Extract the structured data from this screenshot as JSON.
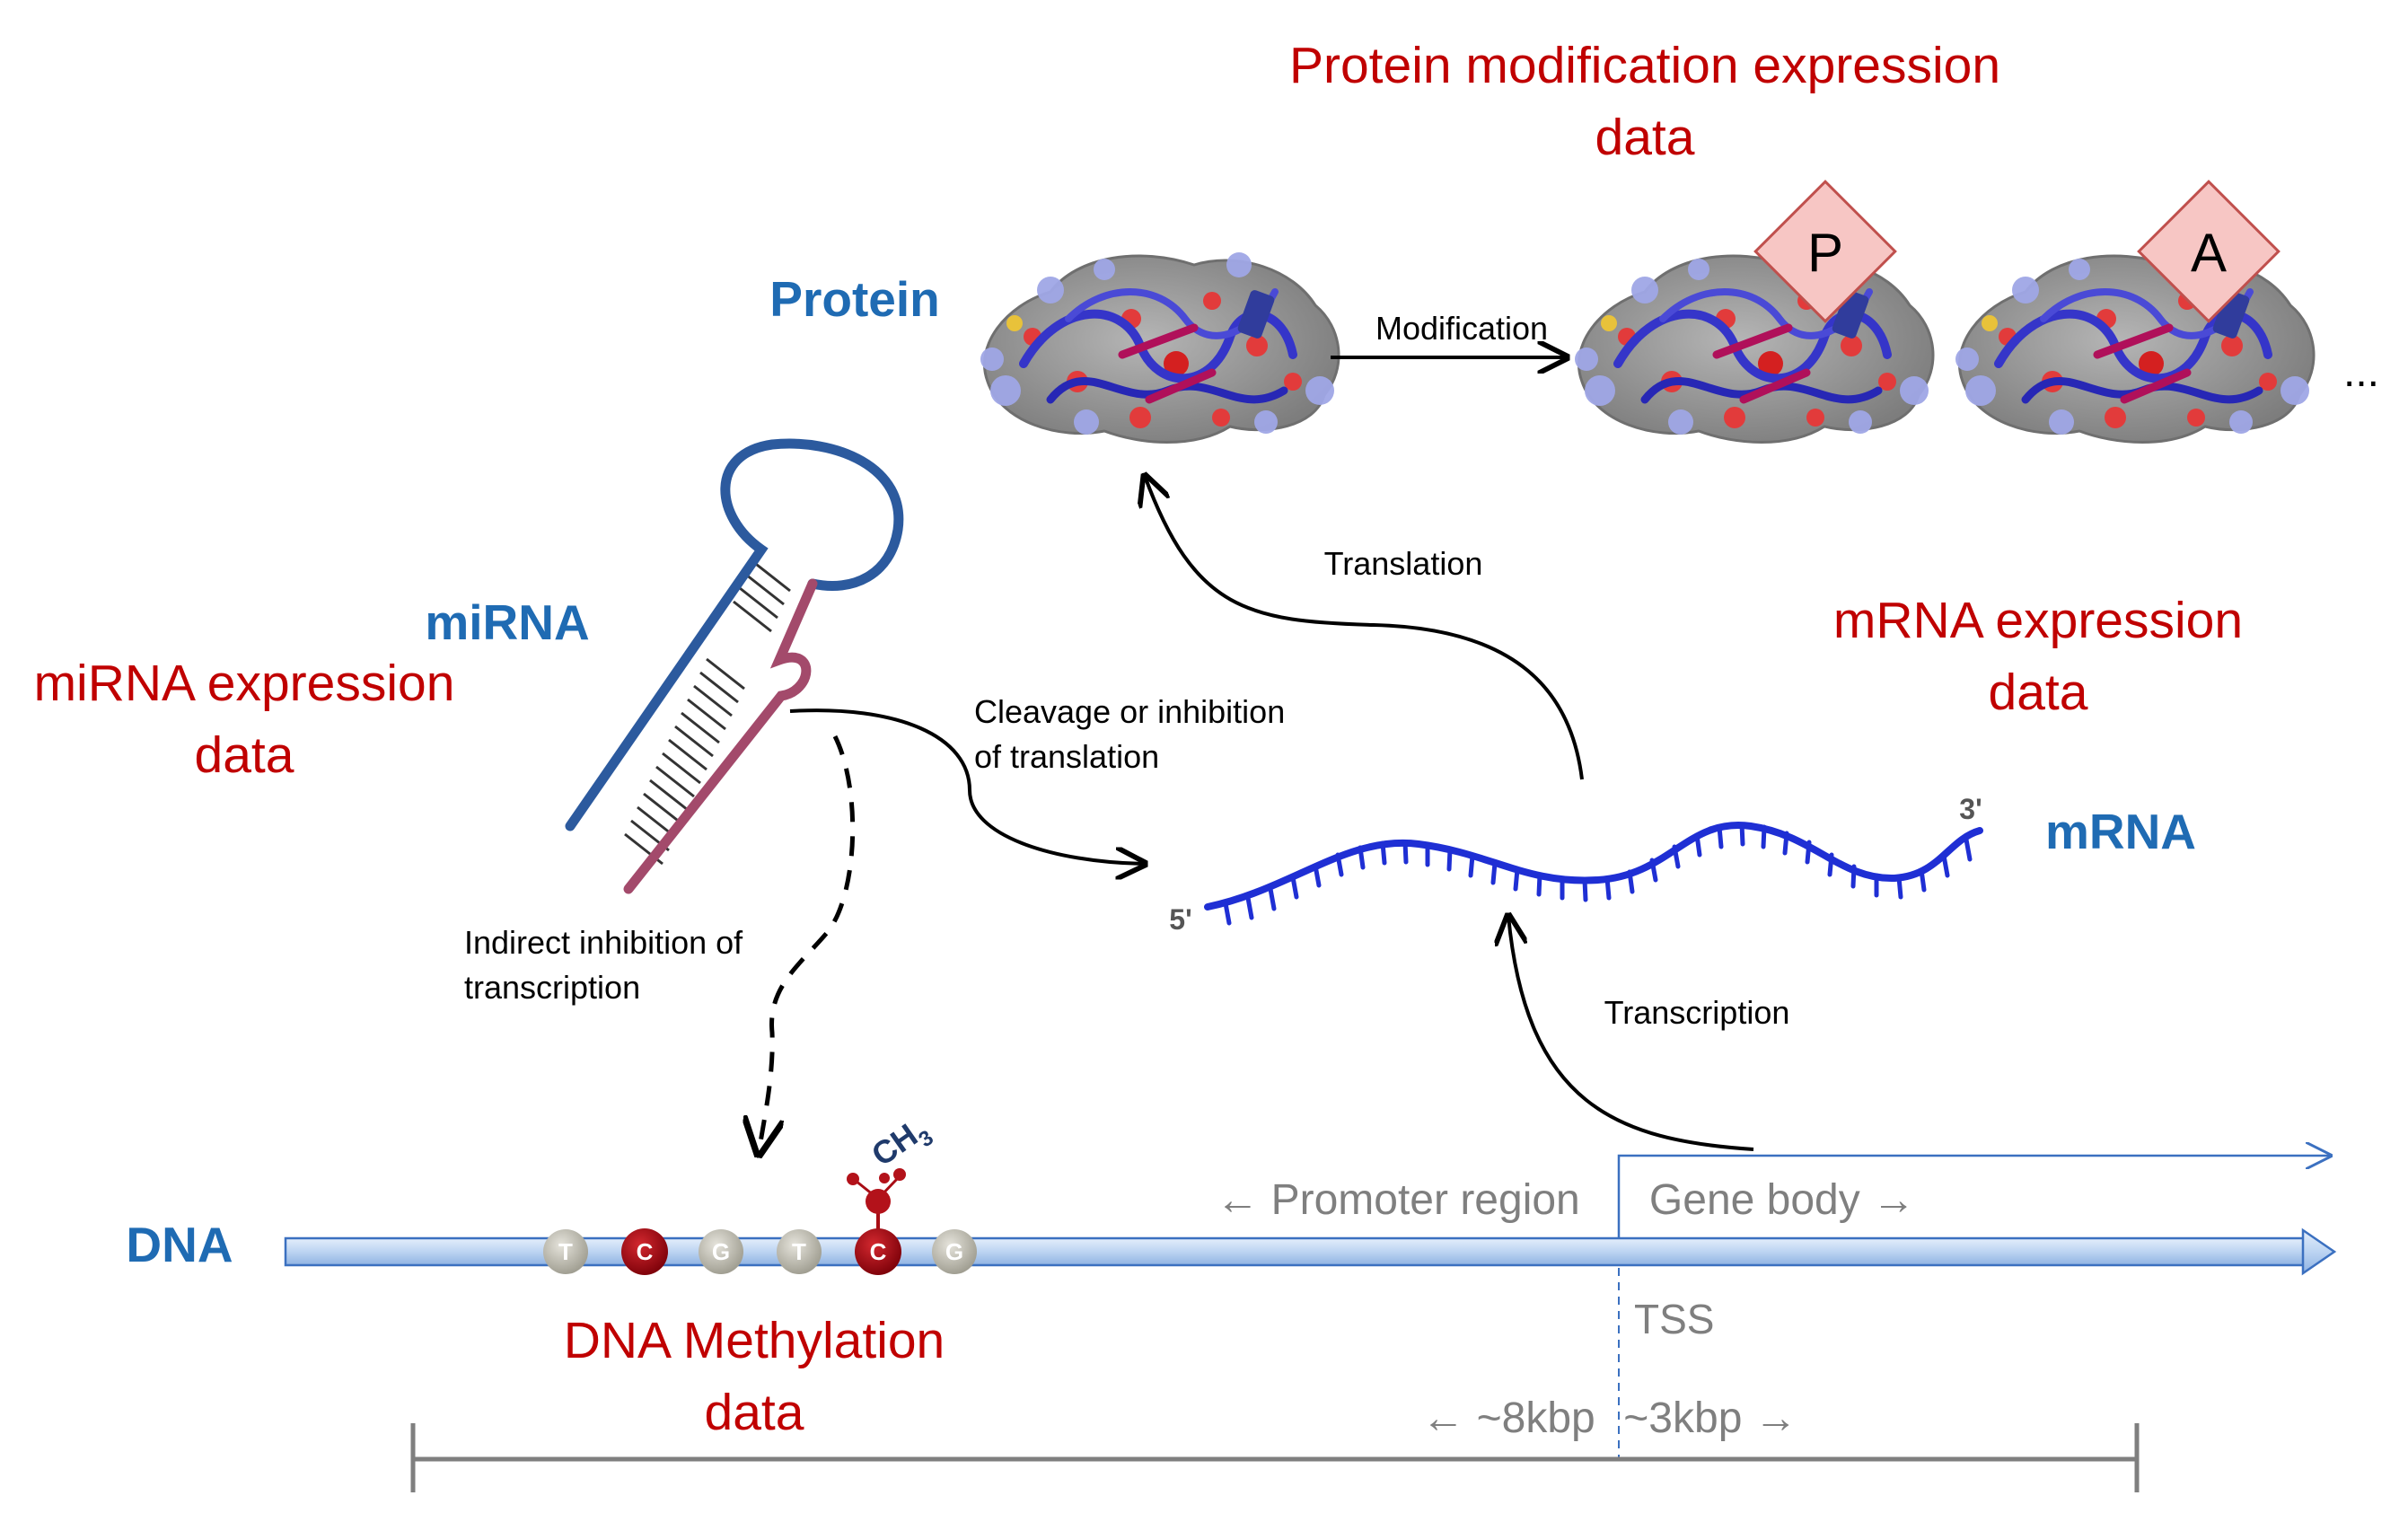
{
  "labels": {
    "protein_mod_line1": "Protein modification expression",
    "protein_mod_line2": "data",
    "protein": "Protein",
    "modification": "Modification",
    "mod_p": "P",
    "mod_a": "A",
    "ellipsis": "...",
    "translation": "Translation",
    "mirna": "miRNA",
    "mirna_expr_line1": "miRNA expression",
    "mirna_expr_line2": "data",
    "mrna_expr_line1": "mRNA expression",
    "mrna_expr_line2": "data",
    "cleavage_line1": "Cleavage  or inhibition",
    "cleavage_line2": "of translation",
    "mrna": "mRNA",
    "five_prime": "5'",
    "three_prime": "3'",
    "indirect_line1": "Indirect inhibition of",
    "indirect_line2": "transcription",
    "transcription": "Transcription",
    "ch3": "CH3",
    "promoter": "← Promoter region",
    "gene_body": "Gene body →",
    "dna": "DNA",
    "tss": "TSS",
    "dna_meth_line1": "DNA Methylation",
    "dna_meth_line2": "data",
    "kbp_left": "← ~8kbp",
    "kbp_right": "~3kbp →"
  },
  "nucleotides": [
    "T",
    "C",
    "G",
    "T",
    "C",
    "G"
  ],
  "colors": {
    "label_red": "#c00000",
    "label_blue": "#1f6bb3",
    "dna_bar": "#c5daf3",
    "mrna_strand": "#1f2fd4",
    "mirna_blue": "#2c5a9e",
    "mirna_maroon": "#a34a6b",
    "methyl_red": "#a80d15"
  }
}
